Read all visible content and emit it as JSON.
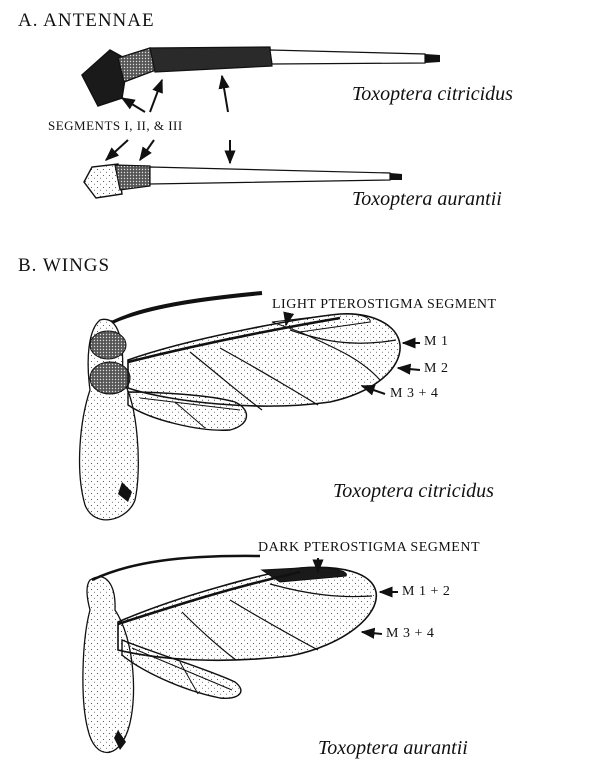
{
  "sections": {
    "a_title": "A.  ANTENNAE",
    "b_title": "B.  WINGS"
  },
  "antennae": {
    "segments_label": "SEGMENTS  I, II, & III",
    "species_top": "Toxoptera citricidus",
    "species_bottom": "Toxoptera aurantii"
  },
  "wings": {
    "citricidus": {
      "pterostigma_label": "LIGHT PTEROSTIGMA SEGMENT",
      "vein_labels": [
        "M 1",
        "M 2",
        "M 3 + 4"
      ],
      "species": "Toxoptera citricidus"
    },
    "aurantii": {
      "pterostigma_label": "DARK PTEROSTIGMA SEGMENT",
      "vein_labels": [
        "M 1 + 2",
        "M 3 + 4"
      ],
      "species": "Toxoptera aurantii"
    }
  }
}
